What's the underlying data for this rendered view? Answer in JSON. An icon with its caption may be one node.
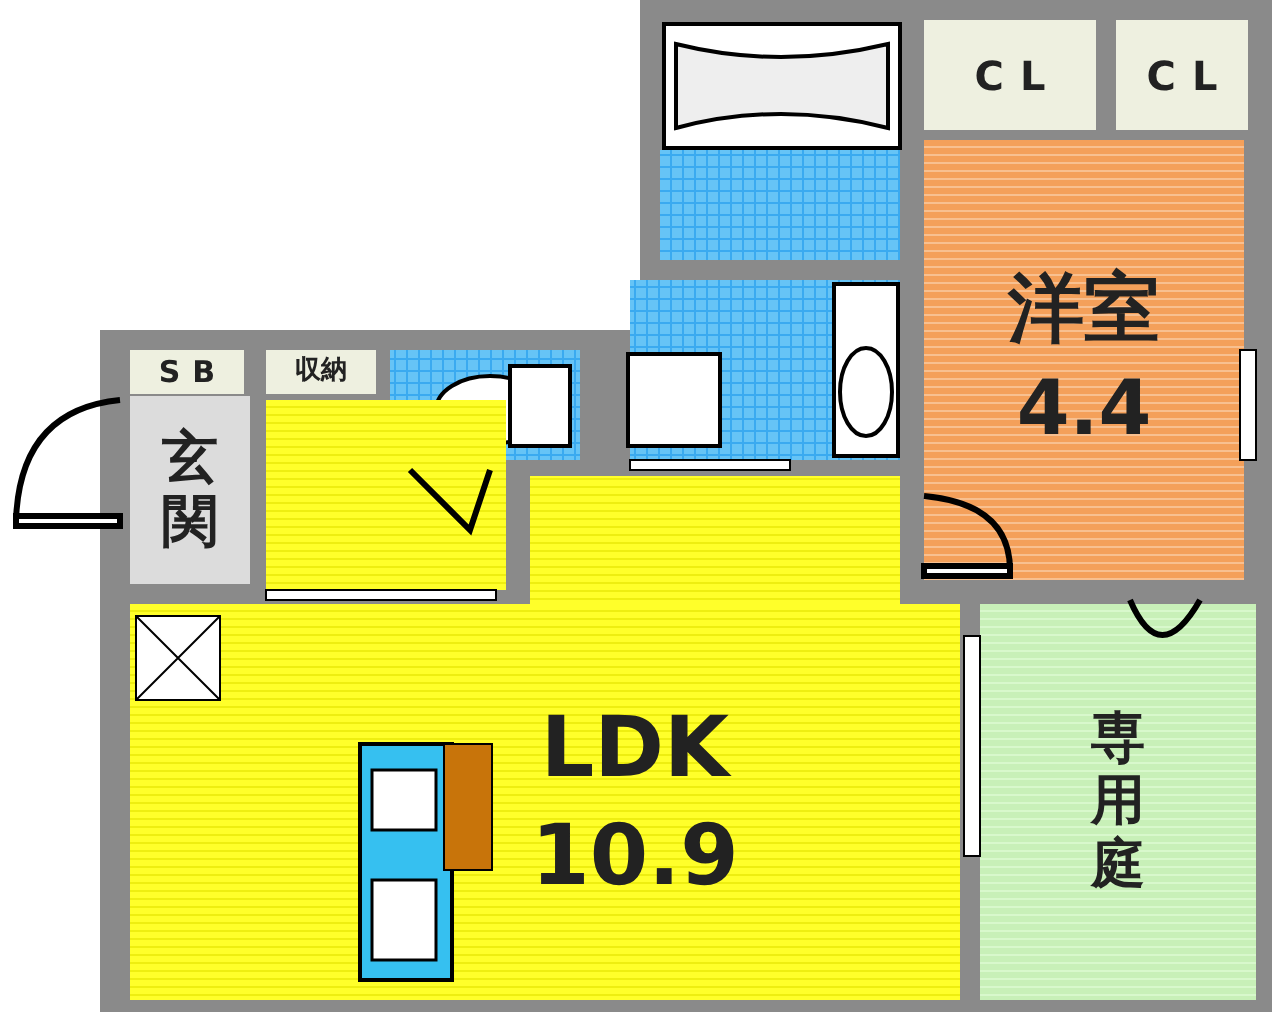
{
  "diagram": {
    "nodes": [
      {
        "text": [
          "SB"
        ]
      },
      {
        "text": [
          "収納"
        ]
      },
      {
        "text": [
          "玄関"
        ]
      },
      {
        "text": [
          "CL"
        ]
      },
      {
        "text": [
          "CL"
        ]
      },
      {
        "text": [
          "洋室",
          "4.4"
        ]
      },
      {
        "text": [
          "LDK",
          "10.9"
        ]
      },
      {
        "text": [
          "専用庭"
        ]
      }
    ]
  }
}
